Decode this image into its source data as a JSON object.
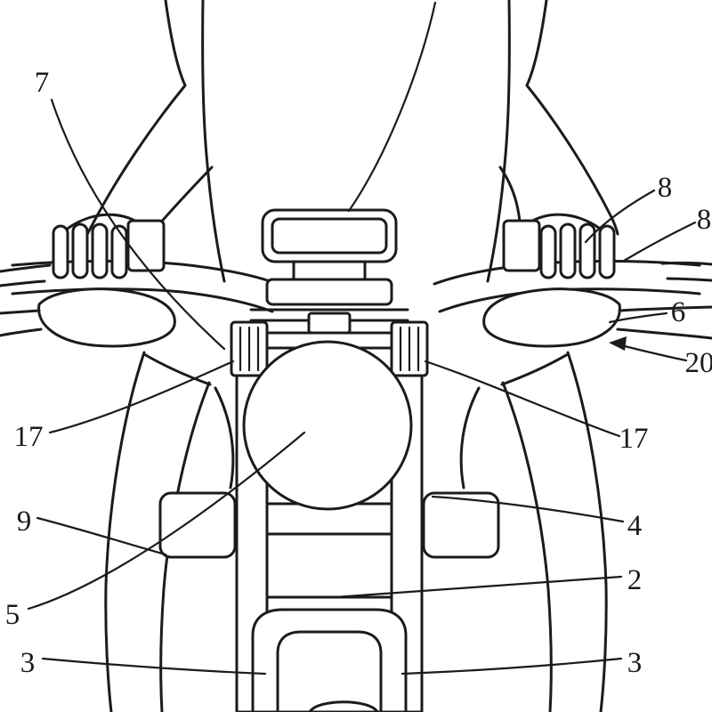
{
  "figure": {
    "colors": {
      "background": "#ffffff",
      "ink": "#1b1b1b"
    },
    "reference_labels": [
      {
        "key": "7",
        "text": "7"
      },
      {
        "key": "8-upper",
        "text": "8"
      },
      {
        "key": "8-edge",
        "text": "8"
      },
      {
        "key": "6",
        "text": "6"
      },
      {
        "key": "20",
        "text": "20"
      },
      {
        "key": "17-left",
        "text": "17"
      },
      {
        "key": "17-right",
        "text": "17"
      },
      {
        "key": "9",
        "text": "9"
      },
      {
        "key": "4",
        "text": "4"
      },
      {
        "key": "5",
        "text": "5"
      },
      {
        "key": "2",
        "text": "2"
      },
      {
        "key": "3-left",
        "text": "3"
      },
      {
        "key": "3-right",
        "text": "3"
      }
    ]
  }
}
